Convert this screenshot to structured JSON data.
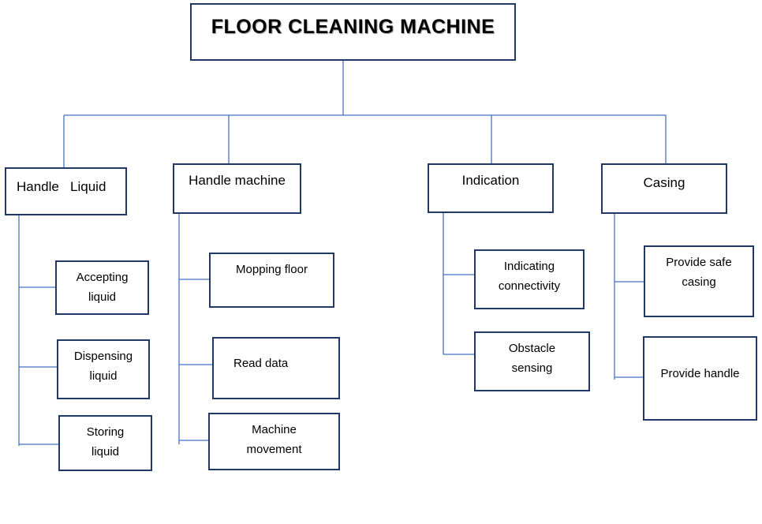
{
  "root": {
    "label": "FLOOR CLEANING MACHINE"
  },
  "categories": [
    {
      "label": "Handle   Liquid",
      "items": [
        "Accepting\nliquid",
        "Dispensing\nliquid",
        "Storing\nliquid"
      ]
    },
    {
      "label": "Handle machine",
      "items": [
        "Mopping floor",
        "Read data",
        "Machine\nmovement"
      ]
    },
    {
      "label": "Indication",
      "items": [
        "Indicating\nconnectivity",
        "Obstacle\nsensing"
      ]
    },
    {
      "label": "Casing",
      "items": [
        "Provide safe\ncasing",
        "Provide handle"
      ]
    }
  ],
  "colors": {
    "box_border": "#1f3864",
    "connector": "#4472c4"
  }
}
